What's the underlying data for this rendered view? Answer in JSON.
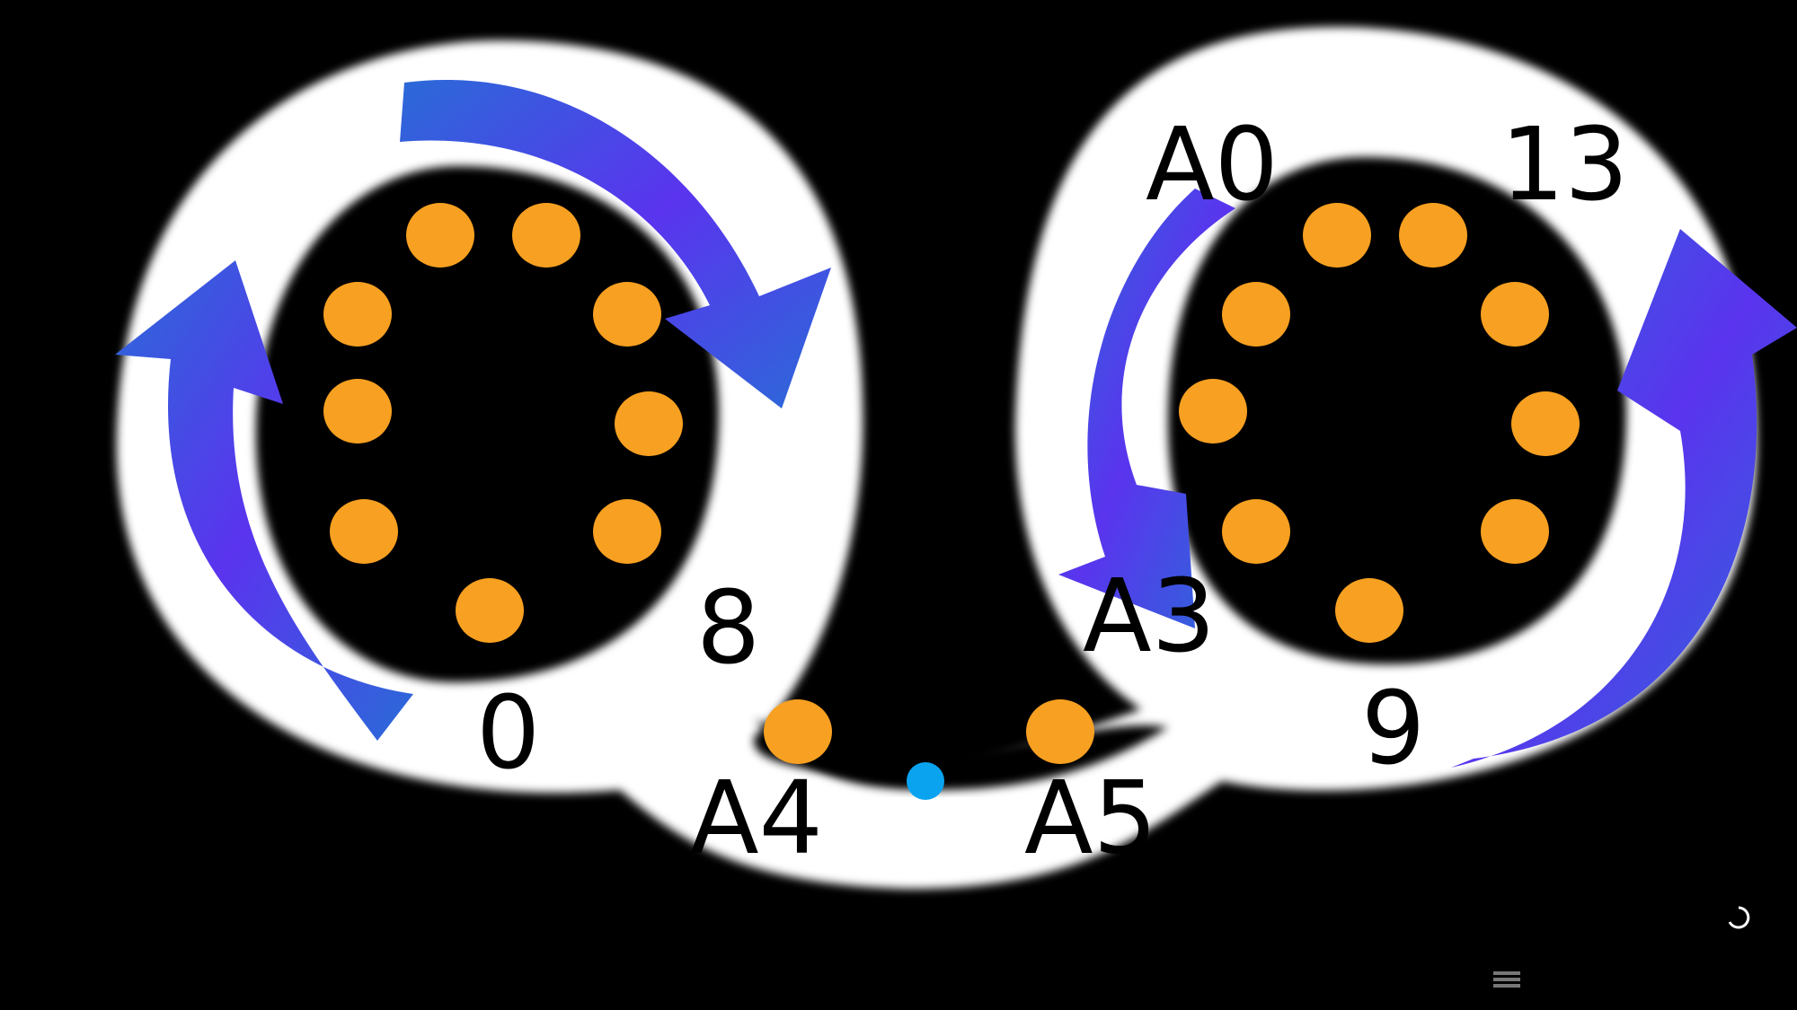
{
  "labels": {
    "left_top_pin": "8",
    "left_bottom_pin": "0",
    "right_top_first": "A0",
    "right_top_last": "13",
    "right_mid": "A3",
    "right_bottom_pin": "9",
    "bridge_left": "A4",
    "bridge_right": "A5"
  },
  "colors": {
    "background": "#000000",
    "ring": "#ffffff",
    "led": "#f7a021",
    "status_dot": "#0aa3f0",
    "arrow_a": "#2b6ad8",
    "arrow_b": "#6a2cf0"
  },
  "icons": {
    "loading": "spinner-icon",
    "menu": "menu-lines-icon"
  }
}
